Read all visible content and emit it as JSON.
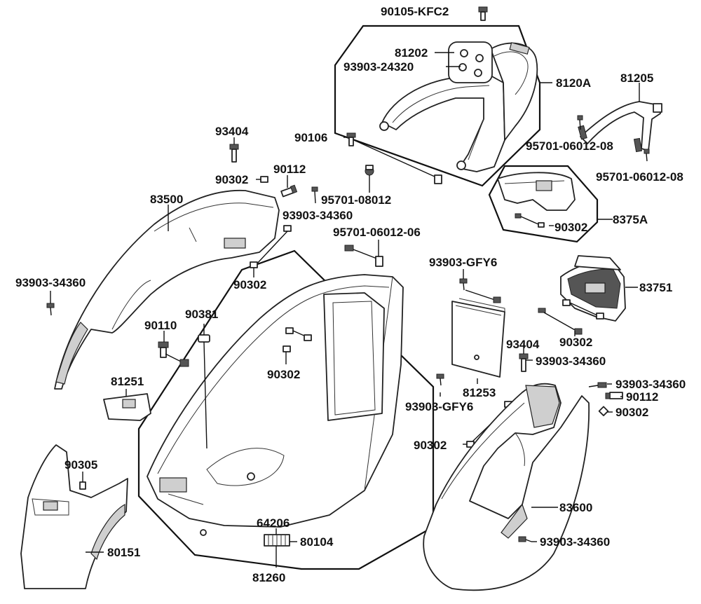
{
  "labels": {
    "p90105": "90105-KFC2",
    "p81202": "81202",
    "p93903_24320": "93903-24320",
    "p8120A": "8120A",
    "p81205": "81205",
    "p95701_0601208a": "95701-06012-08",
    "p95701_0601208b": "95701-06012-08",
    "p93404a": "93404",
    "p90106": "90106",
    "p90302a": "90302",
    "p90112a": "90112",
    "p95701_08012": "95701-08012",
    "p83500": "83500",
    "p93903_34360a": "93903-34360",
    "p90302b": "90302",
    "p8375A": "8375A",
    "p95701_0601206": "95701-06012-06",
    "p93903_34360b": "93903-34360",
    "p90302c": "90302",
    "p93903_GFY6a": "93903-GFY6",
    "p83751": "83751",
    "p90110": "90110",
    "p90381": "90381",
    "p90302d": "90302",
    "p90302e": "90302",
    "p93404b": "93404",
    "p93903_34360c": "93903-34360",
    "p81251": "81251",
    "p81253": "81253",
    "p93903_GFY6b": "93903-GFY6",
    "p93903_34360d": "93903-34360",
    "p90112b": "90112",
    "p90302f": "90302",
    "p90305": "90305",
    "p90302g": "90302",
    "p83600": "83600",
    "p64206": "64206",
    "p80104": "80104",
    "p80151": "80151",
    "p93903_34360e": "93903-34360",
    "p81260": "81260"
  }
}
